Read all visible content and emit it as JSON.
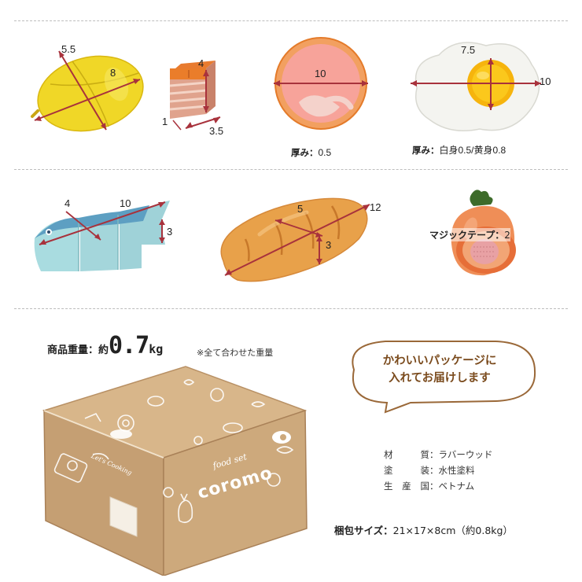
{
  "items": {
    "lemon": {
      "width": "5.5",
      "length": "8"
    },
    "bacon": {
      "height": "4",
      "depth": "1",
      "width": "3.5"
    },
    "ham": {
      "diameter": "10",
      "thickness_label": "厚み：",
      "thickness": "0.5"
    },
    "egg": {
      "yolk": "7.5",
      "width": "10",
      "thickness_label": "厚み：",
      "thickness": "白身0.5/黄身0.8"
    },
    "fish": {
      "section": "4",
      "length": "10",
      "height": "3"
    },
    "bread": {
      "section": "5",
      "length": "12",
      "height": "3"
    },
    "carrot": {
      "tape_label": "マジックテープ：",
      "tape": "2"
    }
  },
  "weight": {
    "label": "商品重量：約",
    "value": "0.7",
    "unit": "kg",
    "note": "※全て合わせた重量"
  },
  "bubble": {
    "line1": "かわいいパッケージに",
    "line2": "入れてお届けします"
  },
  "box": {
    "brand_small": "food set",
    "brand": "coromo",
    "side_label": "Let's Cooking"
  },
  "specs": [
    {
      "key": "材　質",
      "value": "：ラバーウッド"
    },
    {
      "key": "塗　装",
      "value": "：水性塗料"
    },
    {
      "key": "生産国",
      "value": "：ベトナム"
    }
  ],
  "package": {
    "label": "梱包サイズ：",
    "value": "21×17×8cm（約0.8kg）"
  },
  "colors": {
    "arrow": "#a8323c",
    "divider": "#bdbdbd",
    "cardboard": "#c9a57b",
    "bubble_text": "#7a4a1c"
  }
}
